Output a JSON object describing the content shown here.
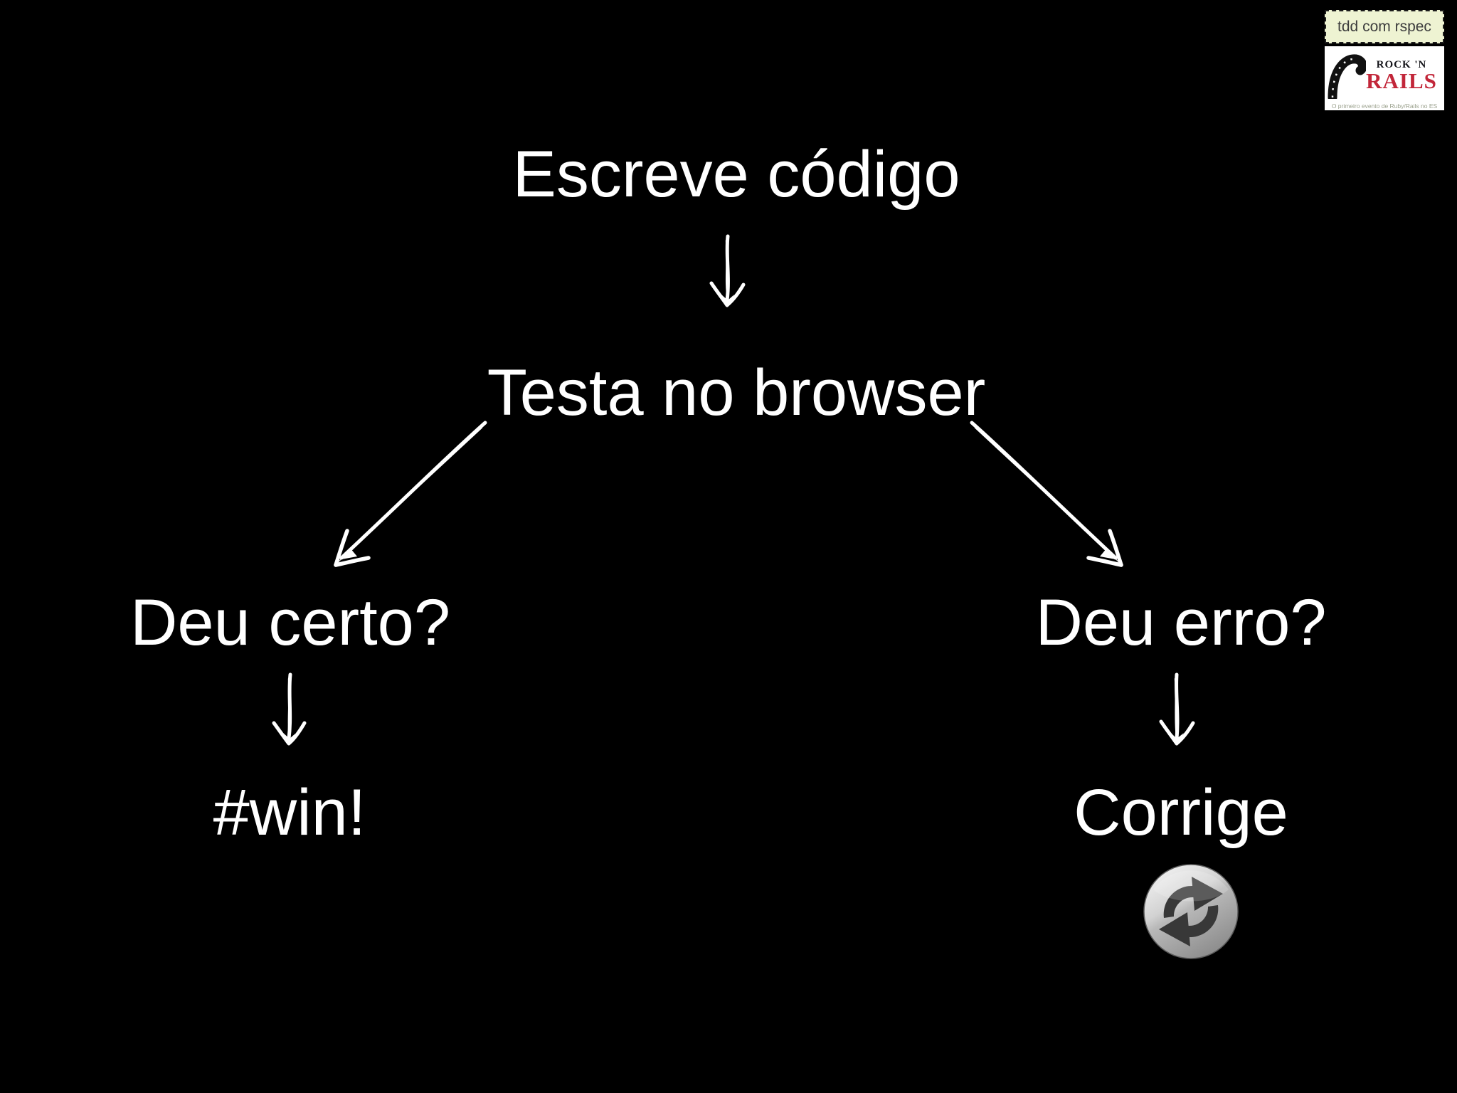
{
  "slide": {
    "background_color": "#000000",
    "text_color": "#ffffff"
  },
  "flowchart": {
    "nodes": {
      "escreve": "Escreve código",
      "testa": "Testa no browser",
      "deu_certo": "Deu certo?",
      "win": "#win!",
      "deu_erro": "Deu erro?",
      "corrige": "Corrige"
    },
    "edges": [
      {
        "from": "escreve",
        "to": "testa",
        "style": "hand-drawn-down-arrow"
      },
      {
        "from": "testa",
        "to": "deu_certo",
        "style": "hand-drawn-diagonal-left-arrow"
      },
      {
        "from": "testa",
        "to": "deu_erro",
        "style": "hand-drawn-diagonal-right-arrow"
      },
      {
        "from": "deu_certo",
        "to": "win",
        "style": "hand-drawn-down-arrow"
      },
      {
        "from": "deu_erro",
        "to": "corrige",
        "style": "hand-drawn-down-arrow"
      }
    ],
    "icons": {
      "refresh": "refresh-loop-icon"
    }
  },
  "badge": {
    "label": "tdd com rspec",
    "logo_line1": "ROCK 'N",
    "logo_line2": "RAILS",
    "logo_caption": "O primeiro evento de Ruby/Rails no ES",
    "colors": {
      "label_background": "#eef3d2",
      "label_text": "#3d3d3d",
      "logo_background": "#ffffff",
      "rock_dark": "#15151a",
      "rails_red": "#c22639"
    }
  }
}
